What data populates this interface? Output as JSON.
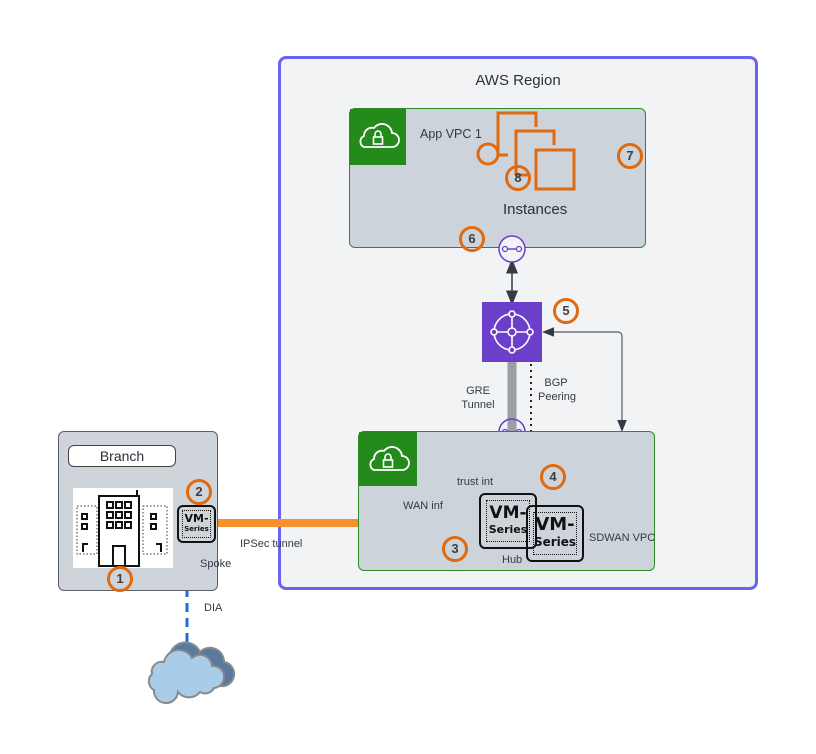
{
  "diagram": {
    "region_title": "AWS Region",
    "app_vpc": {
      "title": "App VPC 1",
      "instances_label": "Instances",
      "badge_icon": "vpc-cloud-lock-icon"
    },
    "sdwan_vpc": {
      "title": "SDWAN VPC",
      "badge_icon": "vpc-cloud-lock-icon",
      "hub_label": "Hub",
      "trust_label": "trust int",
      "wan_label": "WAN inf"
    },
    "branch": {
      "title": "Branch",
      "spoke_label": "Spoke"
    },
    "vm_series": {
      "line1": "VM-",
      "line2": "Series"
    },
    "links": {
      "ipsec_label": "IPSec tunnel",
      "gre_label_line1": "GRE",
      "gre_label_line2": "Tunnel",
      "bgp_label_line1": "BGP",
      "bgp_label_line2": "Peering",
      "dia_label": "DIA"
    },
    "markers": [
      "1",
      "2",
      "3",
      "4",
      "5",
      "6",
      "7",
      "8"
    ],
    "colors": {
      "region_border": "#6a63ef",
      "vpc_border": "#2e8b22",
      "vpc_badge": "#248a1c",
      "marker": "#e06a10",
      "transit_gateway": "#6b3fca",
      "ipsec_tunnel": "#f7912f",
      "gre_tunnel": "#9a9ea5",
      "dia_link": "#1a6fe0",
      "instances": "#e06a10",
      "cloud_fill": "#a9cde8"
    }
  }
}
